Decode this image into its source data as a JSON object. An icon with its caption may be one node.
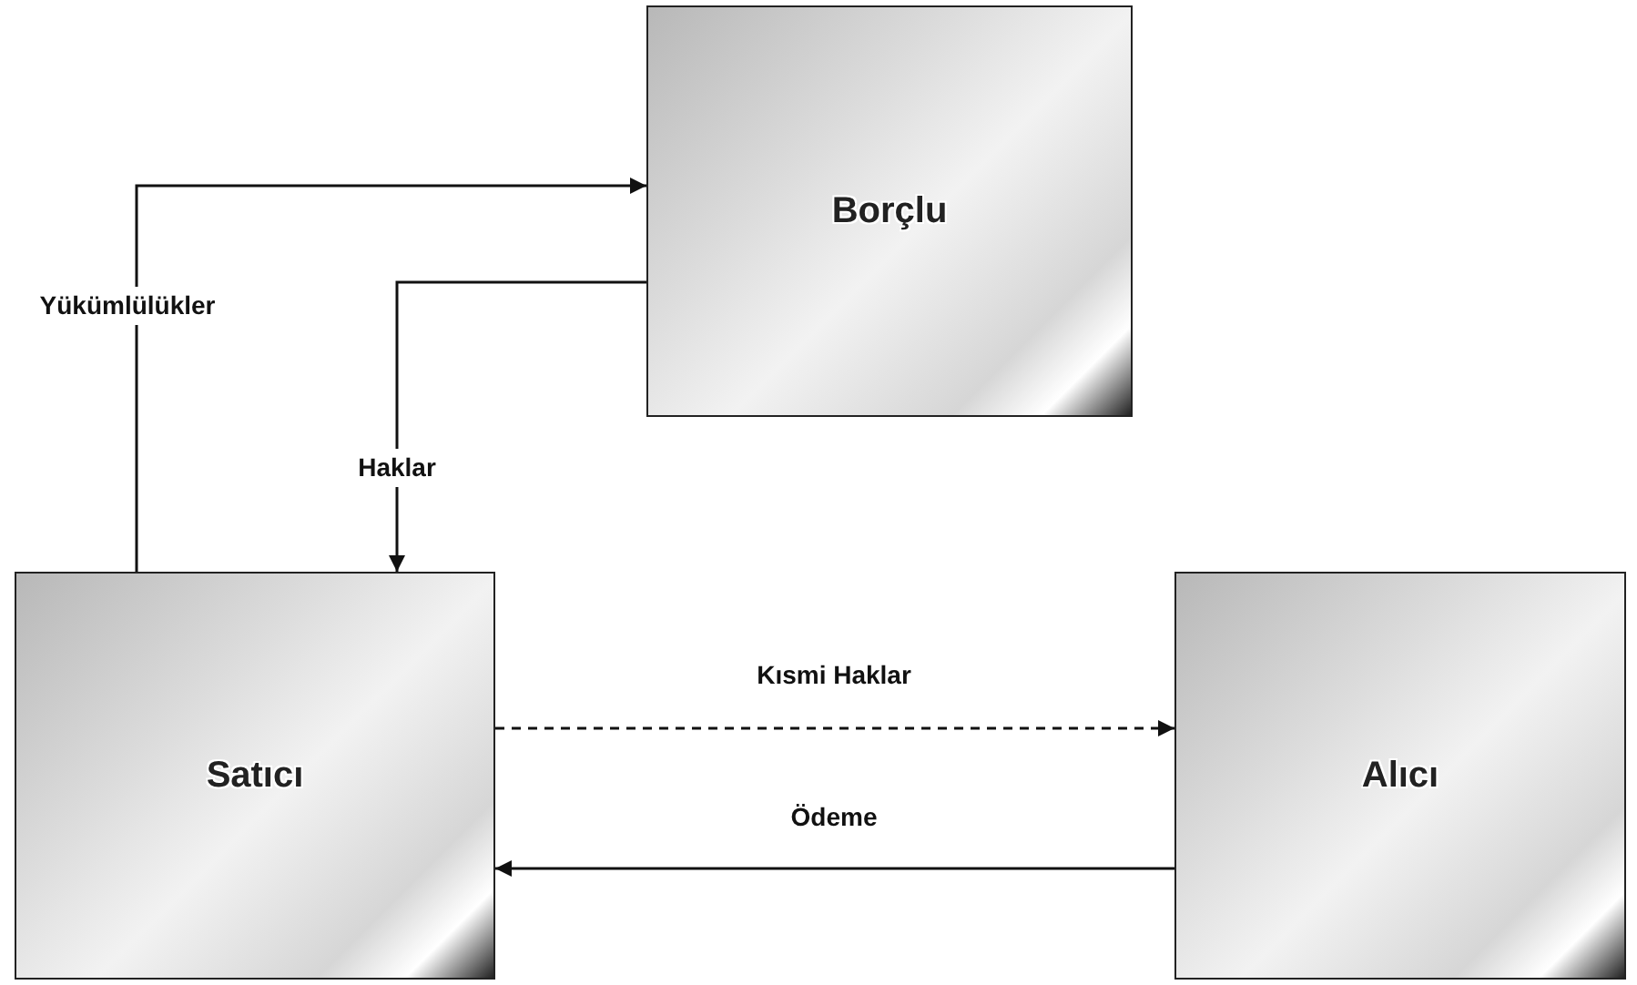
{
  "diagram": {
    "nodes": [
      {
        "text": [
          "Borçlu"
        ]
      },
      {
        "text": [
          "Satıcı"
        ]
      },
      {
        "text": [
          "Alıcı"
        ]
      }
    ],
    "edges": [
      {
        "from": 1,
        "to": 0,
        "arrow": "to",
        "label": "Yükümlülükler"
      },
      {
        "from": 0,
        "to": 1,
        "arrow": "to",
        "label": "Haklar"
      },
      {
        "from": 1,
        "to": 2,
        "arrow": "to",
        "label": "Kısmi Haklar",
        "style": "dashed"
      },
      {
        "from": 2,
        "to": 1,
        "arrow": "to",
        "label": "Ödeme"
      }
    ]
  }
}
